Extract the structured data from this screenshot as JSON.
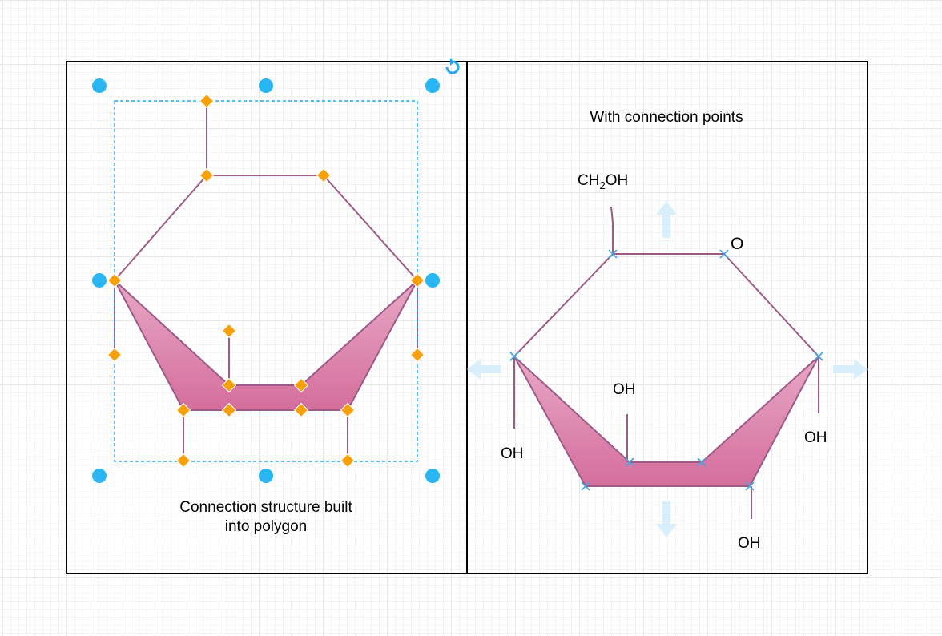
{
  "left_panel": {
    "caption_line1": "Connection structure built",
    "caption_line2": "into polygon"
  },
  "right_panel": {
    "title": "With connection points",
    "ch2oh_prefix": "CH",
    "ch2oh_subscript": "2",
    "ch2oh_suffix": "OH",
    "ring_oxygen": "O",
    "oh_top": "OH",
    "oh_left": "OH",
    "oh_right": "OH",
    "oh_bottom": "OH"
  },
  "colors": {
    "stroke": "#9c5a87",
    "fill_top": "#e4a3c1",
    "fill_bottom": "#d7719f",
    "selection_dash": "#29a7ef",
    "handle_orange": "#f8a008",
    "handle_blue": "#29b6f2",
    "connection_x": "#4aa3df",
    "arrow_hint": "#d9eefb"
  },
  "icons": {
    "rotate_handle": "rotate-icon",
    "connection_point": "x-mark-icon",
    "resize_handle": "circle-handle-icon",
    "vertex_handle": "diamond-handle-icon",
    "hover_arrow": "arrow-icon"
  }
}
